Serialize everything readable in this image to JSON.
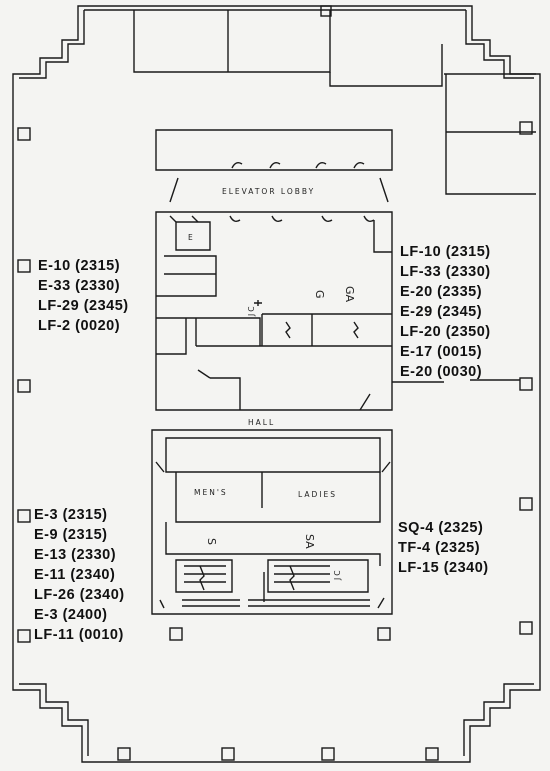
{
  "plan_labels": {
    "elevator_lobby": "ELEVATOR LOBBY",
    "hall": "HALL",
    "mens": "MEN'S",
    "ladies": "LADIES",
    "stair_g": "G",
    "stair_ga": "GA",
    "stair_s": "S",
    "stair_sa": "SA",
    "elevator_e": "E",
    "jc_mark": "JC"
  },
  "left_upper": [
    "E-10 (2315)",
    "E-33 (2330)",
    "LF-29 (2345)",
    "LF-2 (0020)"
  ],
  "right_upper": [
    "LF-10 (2315)",
    "LF-33 (2330)",
    "E-20 (2335)",
    "E-29 (2345)",
    "LF-20 (2350)",
    "E-17 (0015)",
    "E-20 (0030)"
  ],
  "left_lower": [
    "E-3 (2315)",
    "E-9 (2315)",
    "E-13 (2330)",
    "E-11 (2340)",
    "LF-26 (2340)",
    "E-3 (2400)",
    "LF-11 (0010)"
  ],
  "right_lower": [
    "SQ-4 (2325)",
    "TF-4 (2325)",
    "LF-15 (2340)"
  ]
}
